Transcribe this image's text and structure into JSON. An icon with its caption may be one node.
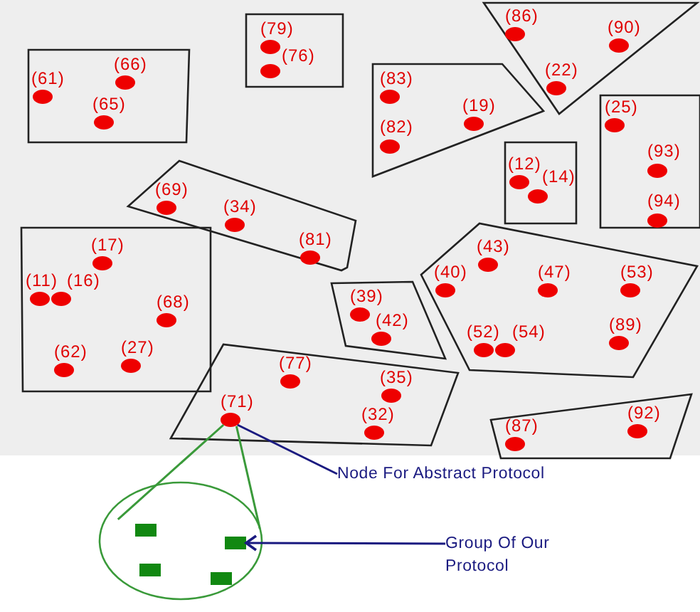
{
  "diagram": {
    "nodes": [
      {
        "text": [],
        "shape": "box"
      },
      {
        "text": [
          "(61)"
        ],
        "in": 0
      },
      {
        "text": [
          "(66)"
        ],
        "in": 0
      },
      {
        "text": [
          "(65)"
        ],
        "in": 0
      },
      {
        "text": [],
        "shape": "box"
      },
      {
        "text": [
          "(79)"
        ],
        "in": 4
      },
      {
        "text": [
          "(76)"
        ],
        "in": 4
      },
      {
        "text": [],
        "shape": "polygon"
      },
      {
        "text": [
          "(83)"
        ],
        "in": 7
      },
      {
        "text": [
          "(82)"
        ],
        "in": 7
      },
      {
        "text": [
          "(19)"
        ],
        "in": 7
      },
      {
        "text": [],
        "shape": "triangle"
      },
      {
        "text": [
          "(86)"
        ],
        "in": 11
      },
      {
        "text": [
          "(90)"
        ],
        "in": 11
      },
      {
        "text": [
          "(22)"
        ],
        "in": 11
      },
      {
        "text": [],
        "shape": "box"
      },
      {
        "text": [
          "(12)"
        ],
        "in": 15
      },
      {
        "text": [
          "(14)"
        ],
        "in": 15
      },
      {
        "text": [],
        "shape": "box"
      },
      {
        "text": [
          "(25)"
        ],
        "in": 18
      },
      {
        "text": [
          "(93)"
        ],
        "in": 18
      },
      {
        "text": [
          "(94)"
        ],
        "in": 18
      },
      {
        "text": [],
        "shape": "polygon"
      },
      {
        "text": [
          "(69)"
        ],
        "in": 22
      },
      {
        "text": [
          "(34)"
        ],
        "in": 22
      },
      {
        "text": [
          "(81)"
        ],
        "in": 22
      },
      {
        "text": [],
        "shape": "box"
      },
      {
        "text": [
          "(17)"
        ],
        "in": 26
      },
      {
        "text": [
          "(11)"
        ],
        "in": 26
      },
      {
        "text": [
          "(16)"
        ],
        "in": 26
      },
      {
        "text": [
          "(68)"
        ],
        "in": 26
      },
      {
        "text": [
          "(62)"
        ],
        "in": 26
      },
      {
        "text": [
          "(27)"
        ],
        "in": 26
      },
      {
        "text": [],
        "shape": "polygon"
      },
      {
        "text": [
          "(39)"
        ],
        "in": 33
      },
      {
        "text": [
          "(42)"
        ],
        "in": 33
      },
      {
        "text": [],
        "shape": "polygon"
      },
      {
        "text": [
          "(43)"
        ],
        "in": 36
      },
      {
        "text": [
          "(40)"
        ],
        "in": 36
      },
      {
        "text": [
          "(47)"
        ],
        "in": 36
      },
      {
        "text": [
          "(53)"
        ],
        "in": 36
      },
      {
        "text": [
          "(52)"
        ],
        "in": 36
      },
      {
        "text": [
          "(54)"
        ],
        "in": 36
      },
      {
        "text": [
          "(89)"
        ],
        "in": 36
      },
      {
        "text": [],
        "shape": "polygon"
      },
      {
        "text": [
          "(77)"
        ],
        "in": 44
      },
      {
        "text": [
          "(71)"
        ],
        "in": 44
      },
      {
        "text": [
          "(35)"
        ],
        "in": 44
      },
      {
        "text": [
          "(32)"
        ],
        "in": 44
      },
      {
        "text": [],
        "shape": "polygon"
      },
      {
        "text": [
          "(87)"
        ],
        "in": 49
      },
      {
        "text": [
          "(92)"
        ],
        "in": 49
      },
      {
        "text": [
          "Node For Abstract Protocol"
        ]
      },
      {
        "text": [],
        "shape": "circle"
      },
      {
        "text": [],
        "shape": "box",
        "in": 53
      },
      {
        "text": [],
        "shape": "box",
        "in": 53
      },
      {
        "text": [],
        "shape": "box",
        "in": 53
      },
      {
        "text": [],
        "shape": "box",
        "in": 53
      },
      {
        "text": [
          "Group Of Our Protocol"
        ]
      }
    ],
    "edges": [
      {
        "from": 52,
        "to": 46,
        "arrow": "none"
      },
      {
        "from": 58,
        "to": 55,
        "arrow": "to"
      },
      {
        "from": 46,
        "to": 53,
        "arrow": "none",
        "color": "#3a9a3a"
      },
      {
        "from": 46,
        "to": 53,
        "arrow": "none",
        "color": "#3a9a3a"
      }
    ]
  }
}
